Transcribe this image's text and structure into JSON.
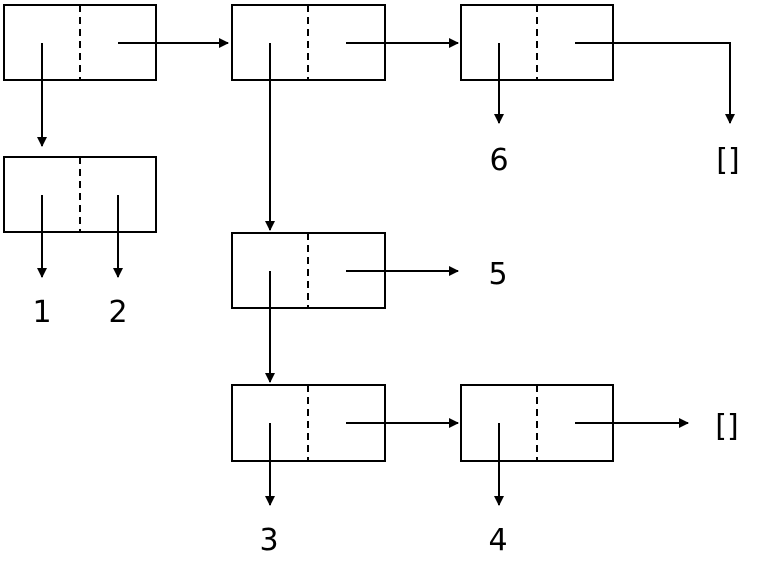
{
  "diagram": {
    "type": "cons-cell box-and-pointer diagram",
    "line_color": "#000000",
    "background": "#ffffff",
    "atoms": {
      "one": "1",
      "two": "2",
      "three": "3",
      "four": "4",
      "five": "5",
      "six": "6",
      "nil_top": "[]",
      "nil_bottom": "[]"
    }
  }
}
